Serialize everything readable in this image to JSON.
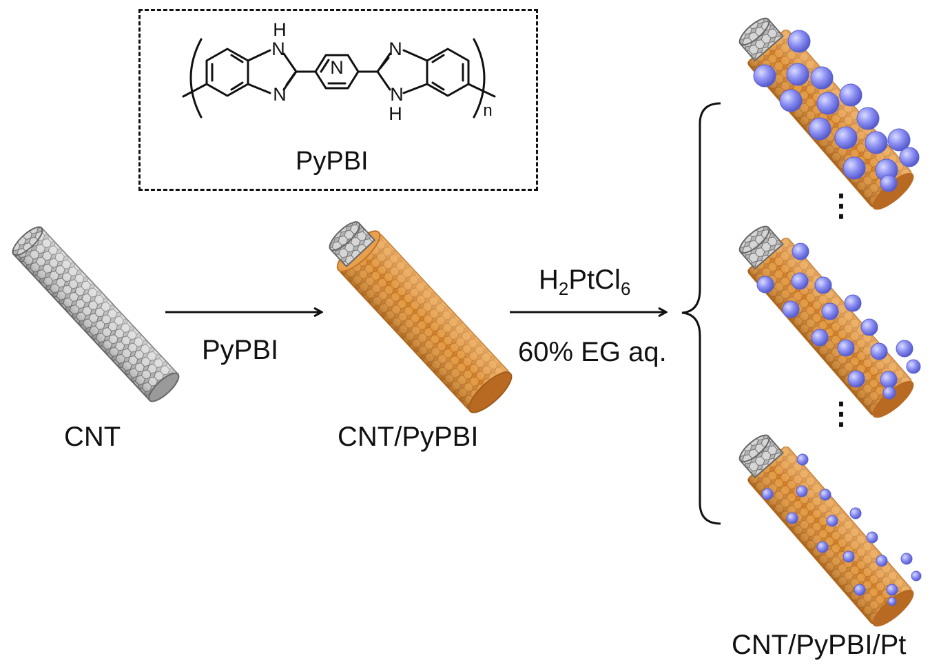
{
  "structure_box": {
    "polymer_name": "PyPBI",
    "atoms": {
      "nh_top": "H",
      "n_top": "N",
      "n_mid": "N",
      "n_right": "N",
      "n_right_bottom": "N",
      "h_bottom": "H",
      "n_left_bottom": "N",
      "repeat": "n"
    }
  },
  "steps": {
    "cnt": {
      "label": "CNT"
    },
    "arrow1": {
      "reagent": "PyPBI"
    },
    "cnt_pypbi": {
      "label": "CNT/PyPBI"
    },
    "arrow2": {
      "reagent_main": "H",
      "reagent_sub1": "2",
      "reagent_mid": "PtCl",
      "reagent_sub2": "6",
      "condition": "60% EG aq."
    },
    "product": {
      "label": "CNT/PyPBI/Pt",
      "ellipsis": "⋮"
    }
  },
  "colors": {
    "cnt_gray": "#a8a8a8",
    "pypbi_orange": "#e0953e",
    "pt_particle": "#7b7fea",
    "line": "#111111"
  }
}
